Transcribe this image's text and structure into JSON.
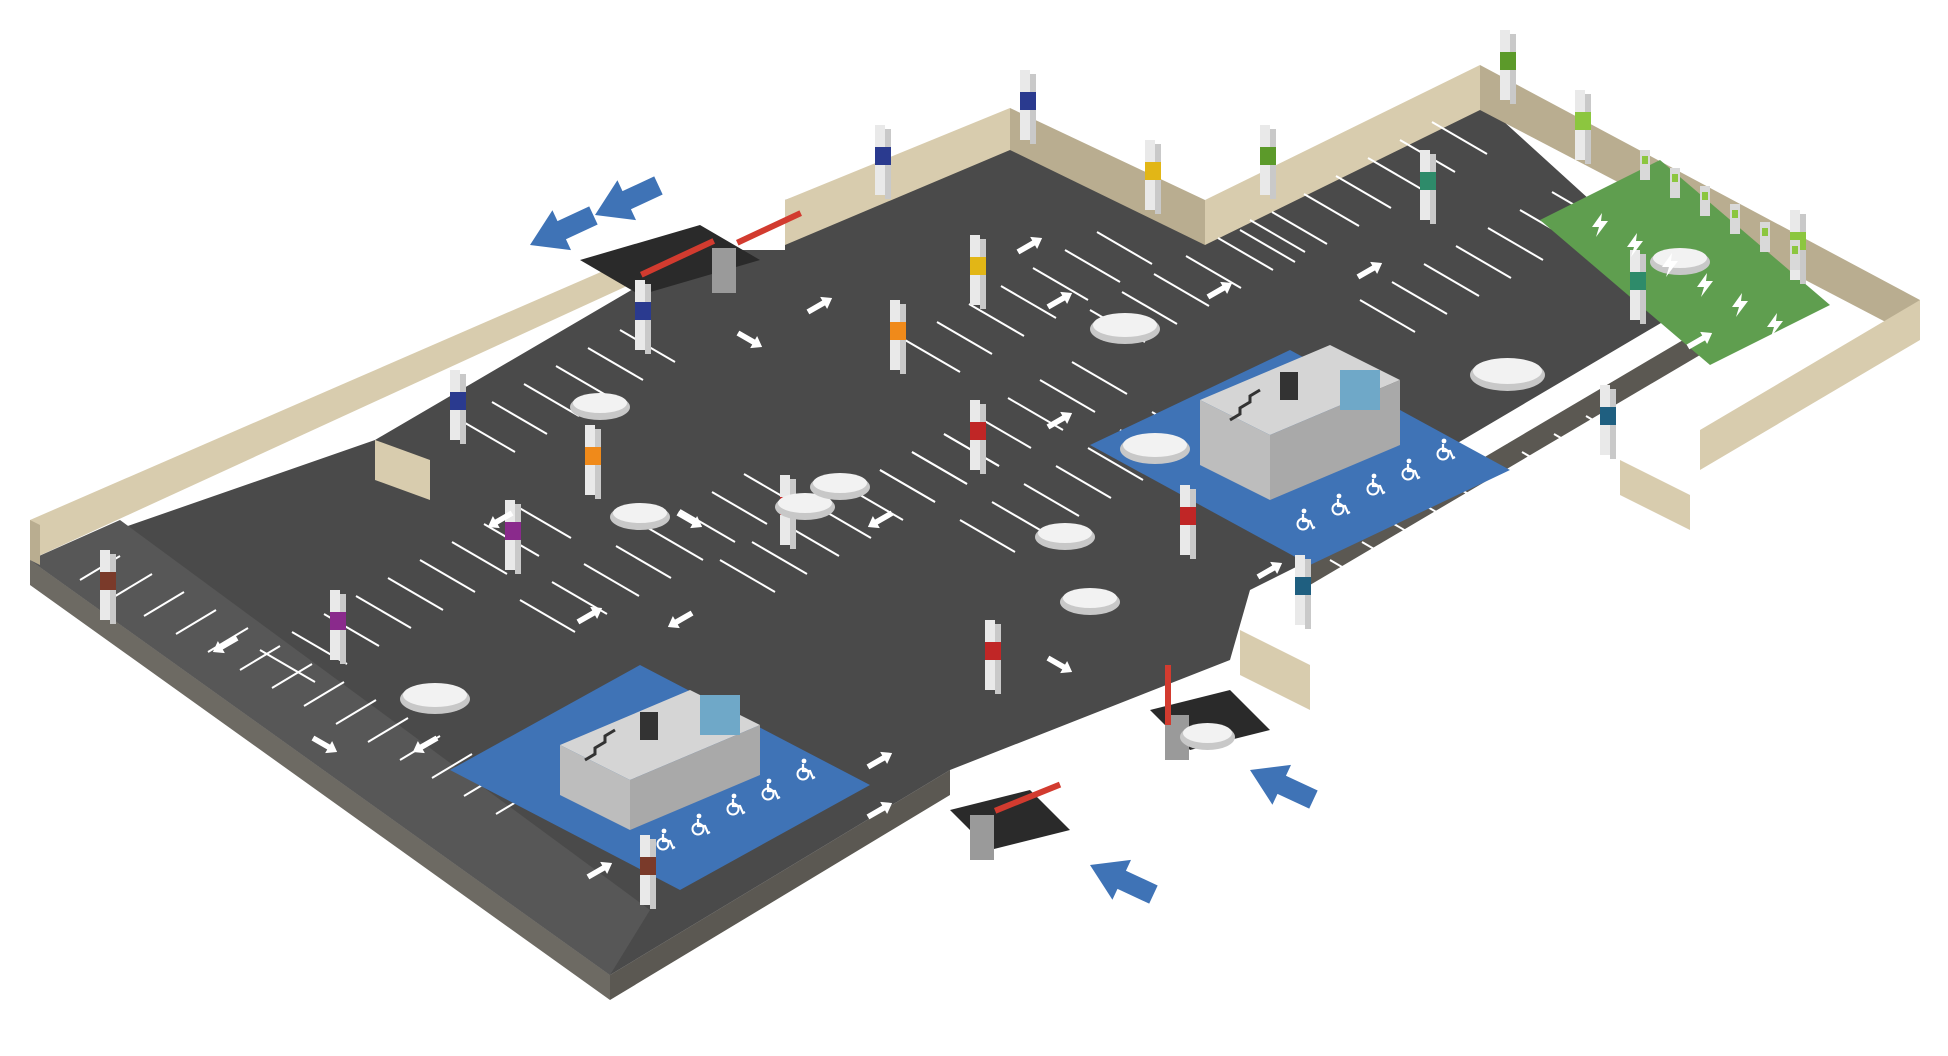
{
  "colors": {
    "background": "#ffffff",
    "asphalt": "#4a4a4a",
    "asphalt_dark": "#3e3e3e",
    "bay_fill": "#575757",
    "slab_side": "#6d6a63",
    "slab_side_dark": "#5b5852",
    "wall_top": "#e6dcc3",
    "wall_face": "#d8ccae",
    "wall_face_dark": "#b9ad90",
    "line": "#ffffff",
    "accessible": "#3f73b6",
    "ev_zone": "#5f9e4f",
    "entrance_arrow": "#3f73b6",
    "pillar": "#e9e9e9",
    "pillar_side": "#c9c9c9",
    "barrier_red": "#d23b2f",
    "car": "#f2f2f2",
    "car_shade": "#c8c8c8",
    "core_wall": "#bdbdbd",
    "core_glass": "#6fa8c8"
  },
  "icons": {
    "direction": "arrow-icon",
    "entrance": "entrance-arrow-icon",
    "accessible": "wheelchair-icon",
    "ev": "lightning-icon",
    "elevator": "elevator-icon",
    "stairs": "stairs-icon"
  },
  "zones": [
    {
      "id": "zone-navy",
      "color": "#2a3a8f"
    },
    {
      "id": "zone-yellow",
      "color": "#e2b616"
    },
    {
      "id": "zone-olive-green",
      "color": "#5c9a2a"
    },
    {
      "id": "zone-lime",
      "color": "#8cc63f"
    },
    {
      "id": "zone-teal",
      "color": "#2e8b6a"
    },
    {
      "id": "zone-orange",
      "color": "#f08a1a"
    },
    {
      "id": "zone-red",
      "color": "#c02626"
    },
    {
      "id": "zone-purple",
      "color": "#8a2a8c"
    },
    {
      "id": "zone-brown",
      "color": "#7a3a2a"
    },
    {
      "id": "zone-petrol",
      "color": "#1f5f80"
    }
  ],
  "parking": {
    "accessible_bays_per_row": 5,
    "ev_charging_bays": 6,
    "entrances": 2,
    "exits": 2
  }
}
